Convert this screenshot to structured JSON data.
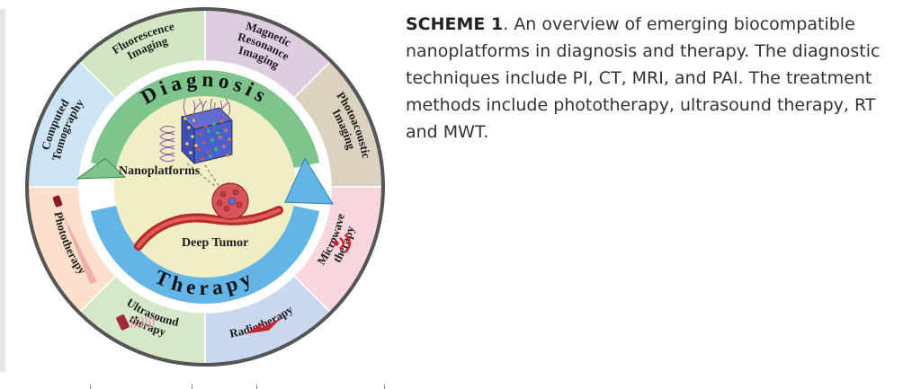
{
  "figure": {
    "segments": [
      {
        "key": "fluorescence",
        "lines": [
          "Fluorescence",
          "Imaging"
        ],
        "color": "#d3e6c4"
      },
      {
        "key": "mri",
        "lines": [
          "Magnetic",
          "Resonance",
          "Imaging"
        ],
        "color": "#e0cce0"
      },
      {
        "key": "photoacoustic",
        "lines": [
          "Photoacoustic",
          "Imaging"
        ],
        "color": "#dcd2c0"
      },
      {
        "key": "microwave",
        "lines": [
          "Microwave",
          "therapy"
        ],
        "color": "#f8d6de"
      },
      {
        "key": "radiotherapy",
        "lines": [
          "Radiotherapy"
        ],
        "color": "#c9d8ee"
      },
      {
        "key": "ultrasound",
        "lines": [
          "Ultrasound",
          "therapy"
        ],
        "color": "#d6e8ca"
      },
      {
        "key": "phototherapy",
        "lines": [
          "Phototherapy"
        ],
        "color": "#fde0cc"
      },
      {
        "key": "ct",
        "lines": [
          "Computed",
          "Tomography"
        ],
        "color": "#cce4f3"
      }
    ],
    "diagnosis_label": "Diagnosis",
    "therapy_label": "Therapy",
    "nanoplatforms_label": "Nanoplatforms",
    "deep_tumor_label": "Deep Tumor",
    "colors": {
      "diagnosis_arc": "#7ec48c",
      "therapy_arc": "#62b5e6",
      "center_fill": "#f1edc4",
      "outer_ring": "#555555"
    }
  },
  "caption": {
    "label": "SCHEME 1",
    "text": ". An overview of emerging biocompatible nanoplatforms in diagnosis and therapy. The diagnostic techniques include PI, CT, MRI, and PAI. The treatment methods include phototherapy, ultrasound therapy, RT and MWT."
  }
}
